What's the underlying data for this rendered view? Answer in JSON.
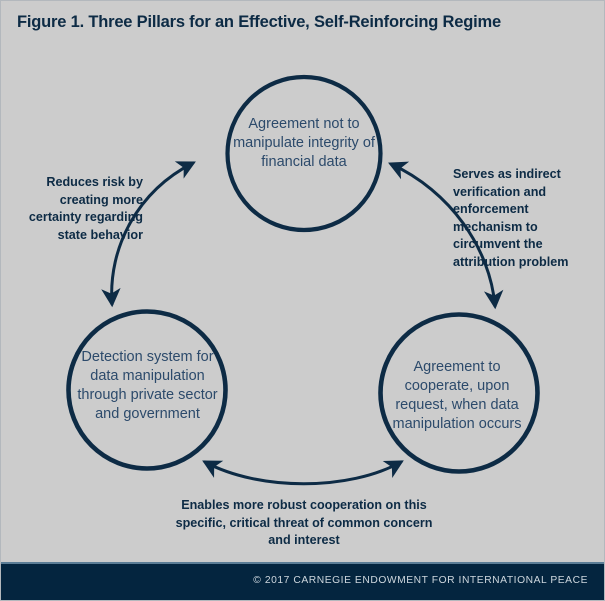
{
  "figure": {
    "title": "Figure 1. Three Pillars for an Effective, Self-Reinforcing Regime",
    "background_color": "#cccccc",
    "ink_color": "#0d2b45",
    "node_text_color": "#2c4a6b",
    "footer_color": "#04253f"
  },
  "nodes": [
    {
      "id": "agreement-integrity",
      "label": "Agreement not to manipulate integrity of financial data",
      "position": "top"
    },
    {
      "id": "detection-system",
      "label": "Detection system for data manipulation through private sector and government",
      "position": "bottom-left"
    },
    {
      "id": "agreement-cooperate",
      "label": "Agreement to cooperate, upon request, when data manipulation occurs",
      "position": "bottom-right"
    }
  ],
  "edges": [
    {
      "id": "left-edge",
      "caption": "Reduces risk by creating more certainty regarding state behavior",
      "between": [
        "detection-system",
        "agreement-integrity"
      ],
      "arrowheads": "both"
    },
    {
      "id": "right-edge",
      "caption": "Serves as indirect verification and enforcement mechanism to circumvent the attribution problem",
      "between": [
        "agreement-integrity",
        "agreement-cooperate"
      ],
      "arrowheads": "both"
    },
    {
      "id": "bottom-edge",
      "caption": "Enables more robust cooperation on this specific, critical threat of common concern and interest",
      "between": [
        "detection-system",
        "agreement-cooperate"
      ],
      "arrowheads": "both"
    }
  ],
  "footer": {
    "copyright": "© 2017 CARNEGIE ENDOWMENT FOR INTERNATIONAL PEACE"
  }
}
